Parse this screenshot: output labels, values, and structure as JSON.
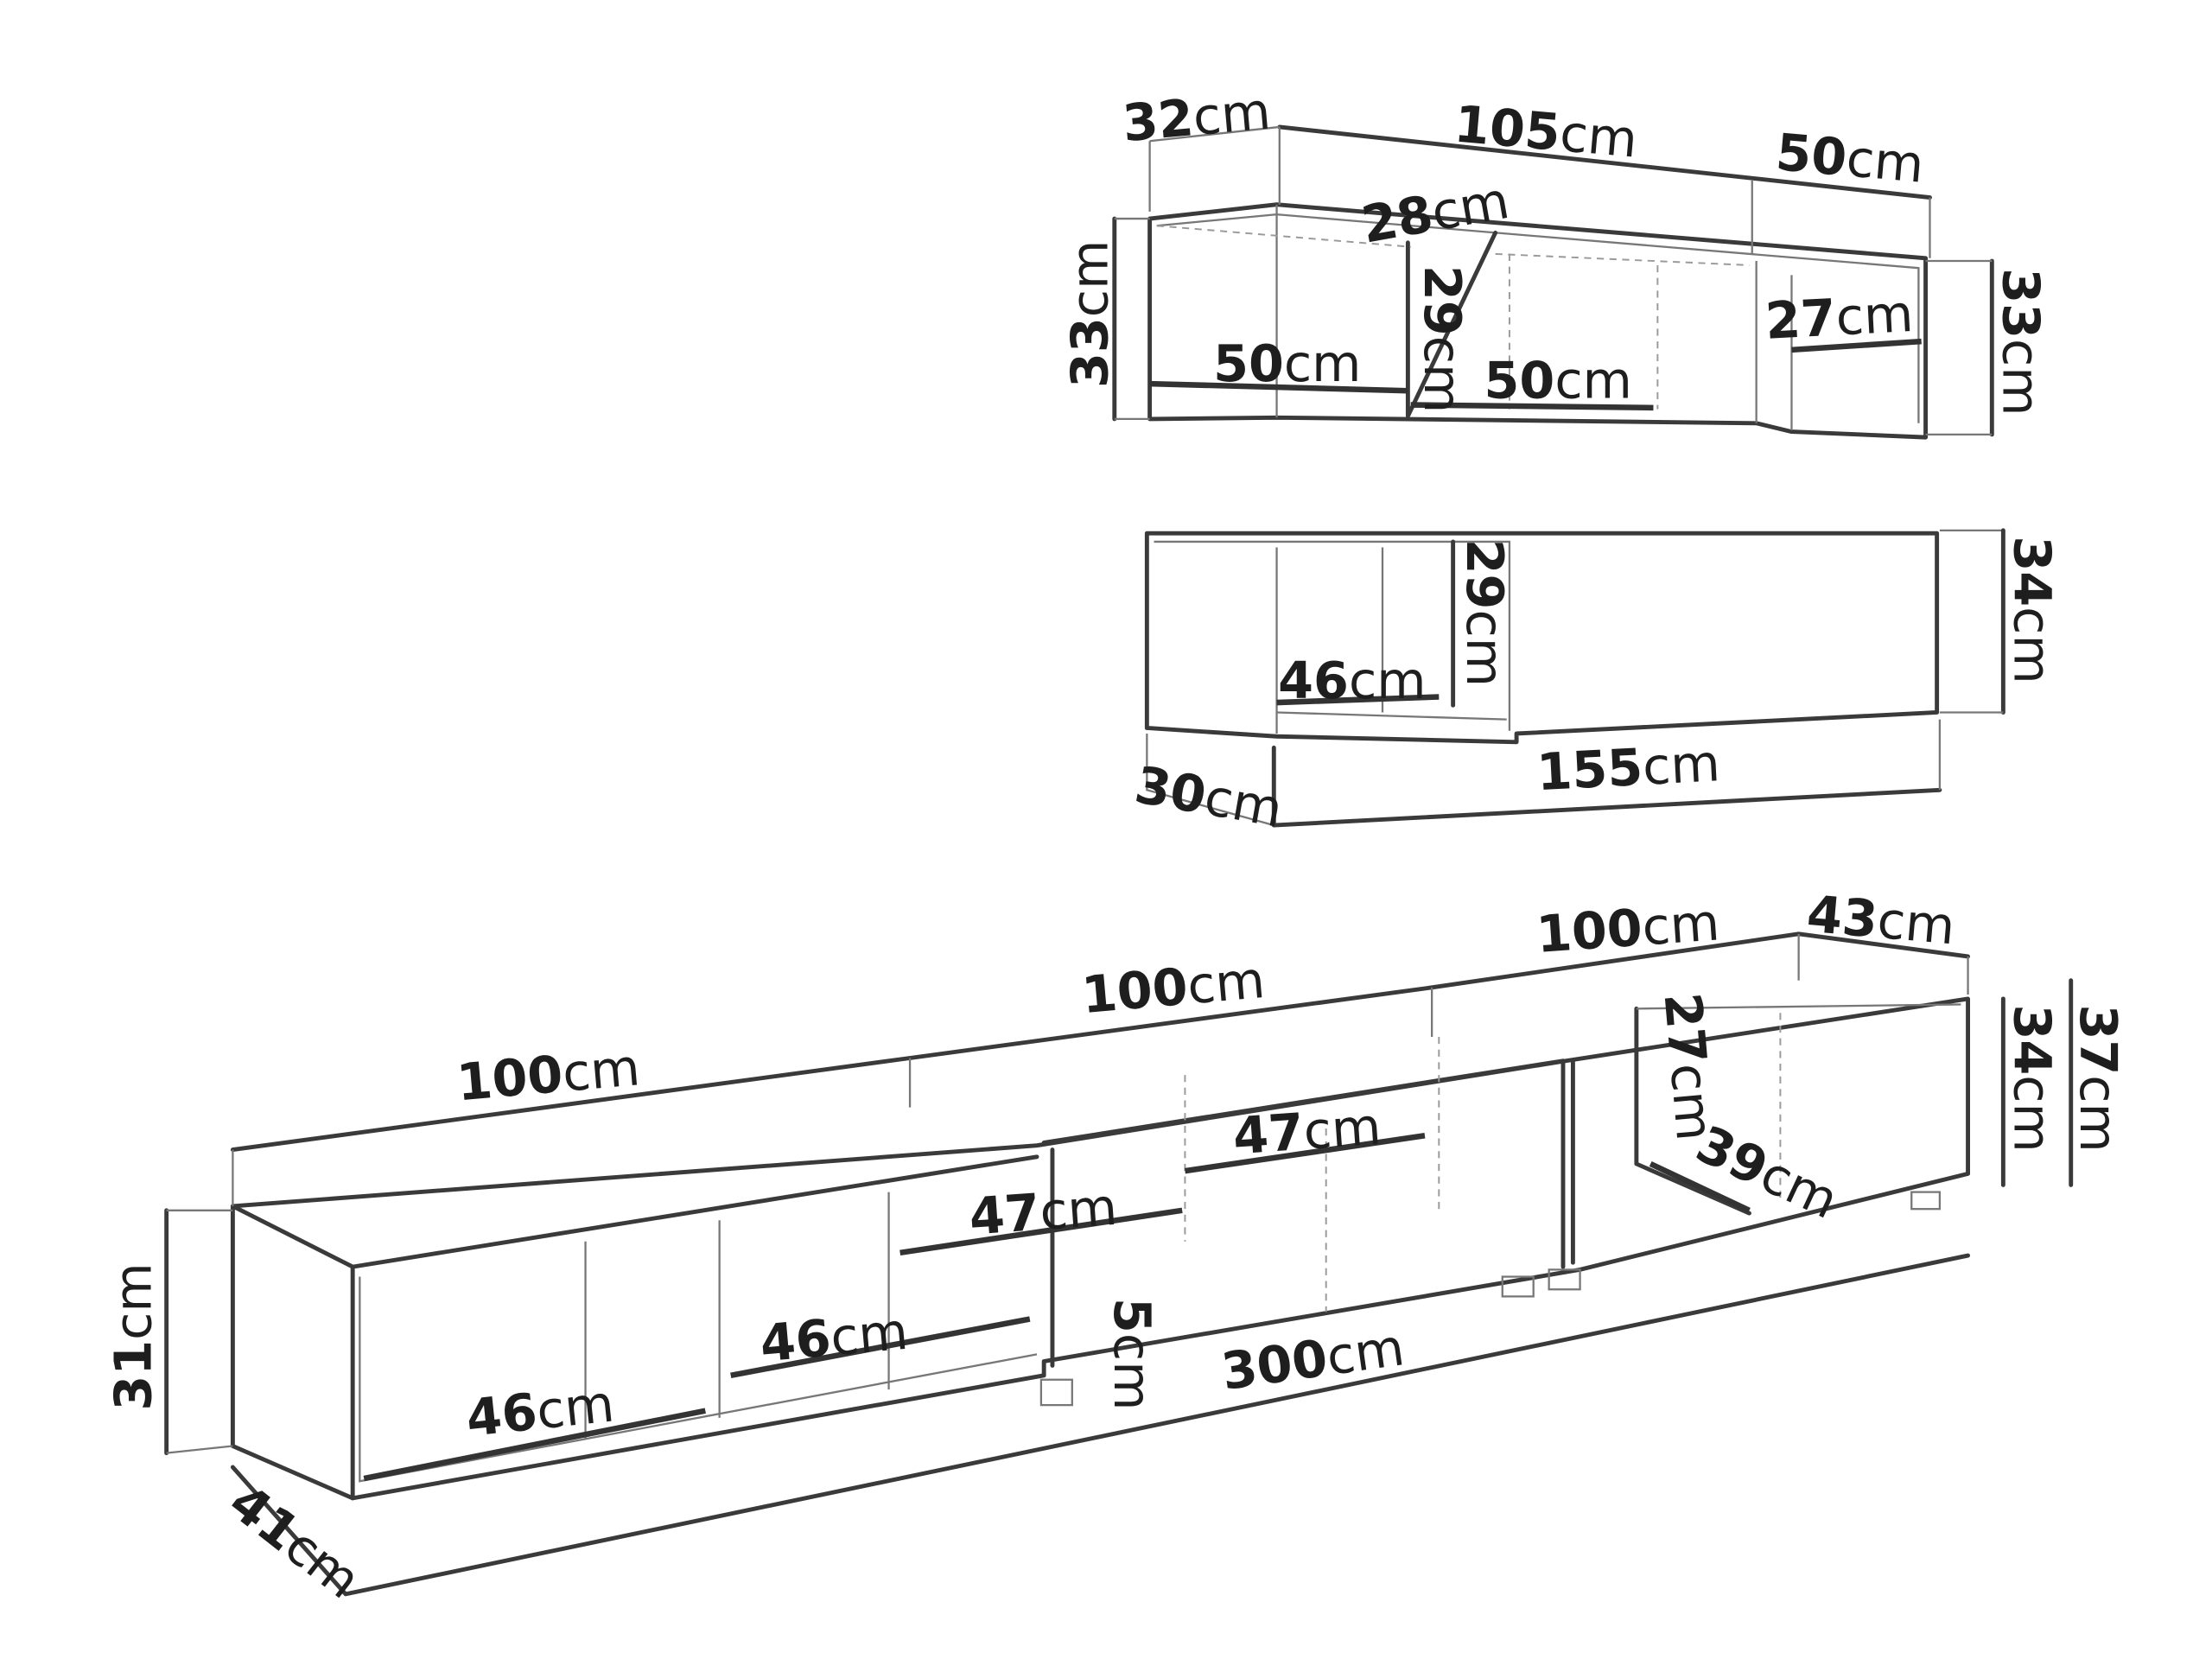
{
  "unit": "cm",
  "colors": {
    "line": "#3a3a3a",
    "text": "#1e1e1e",
    "background": "#ffffff"
  },
  "wall_shelf": {
    "depth": "32",
    "length_total": "105",
    "length_right": "50",
    "inner_depth": "28",
    "height_left": "33",
    "inner_height": "29",
    "inner_height_right": "27",
    "shelf_left": "50",
    "shelf_middle": "50",
    "height_right": "33"
  },
  "wall_cabinet": {
    "inner_height": "29",
    "shelf_width": "46",
    "height": "34",
    "depth": "30",
    "length": "155"
  },
  "tv_unit": {
    "length_1": "100",
    "length_2": "100",
    "length_3": "100",
    "depth_right": "43",
    "inner_height": "27",
    "height_inner": "34",
    "height_total": "37",
    "shelf_a": "47",
    "shelf_b": "47",
    "inner_depth": "39",
    "shelf_c": "46",
    "shelf_d": "46",
    "height_left": "31",
    "leg_height": "5",
    "length_total": "300",
    "depth_left": "41"
  }
}
